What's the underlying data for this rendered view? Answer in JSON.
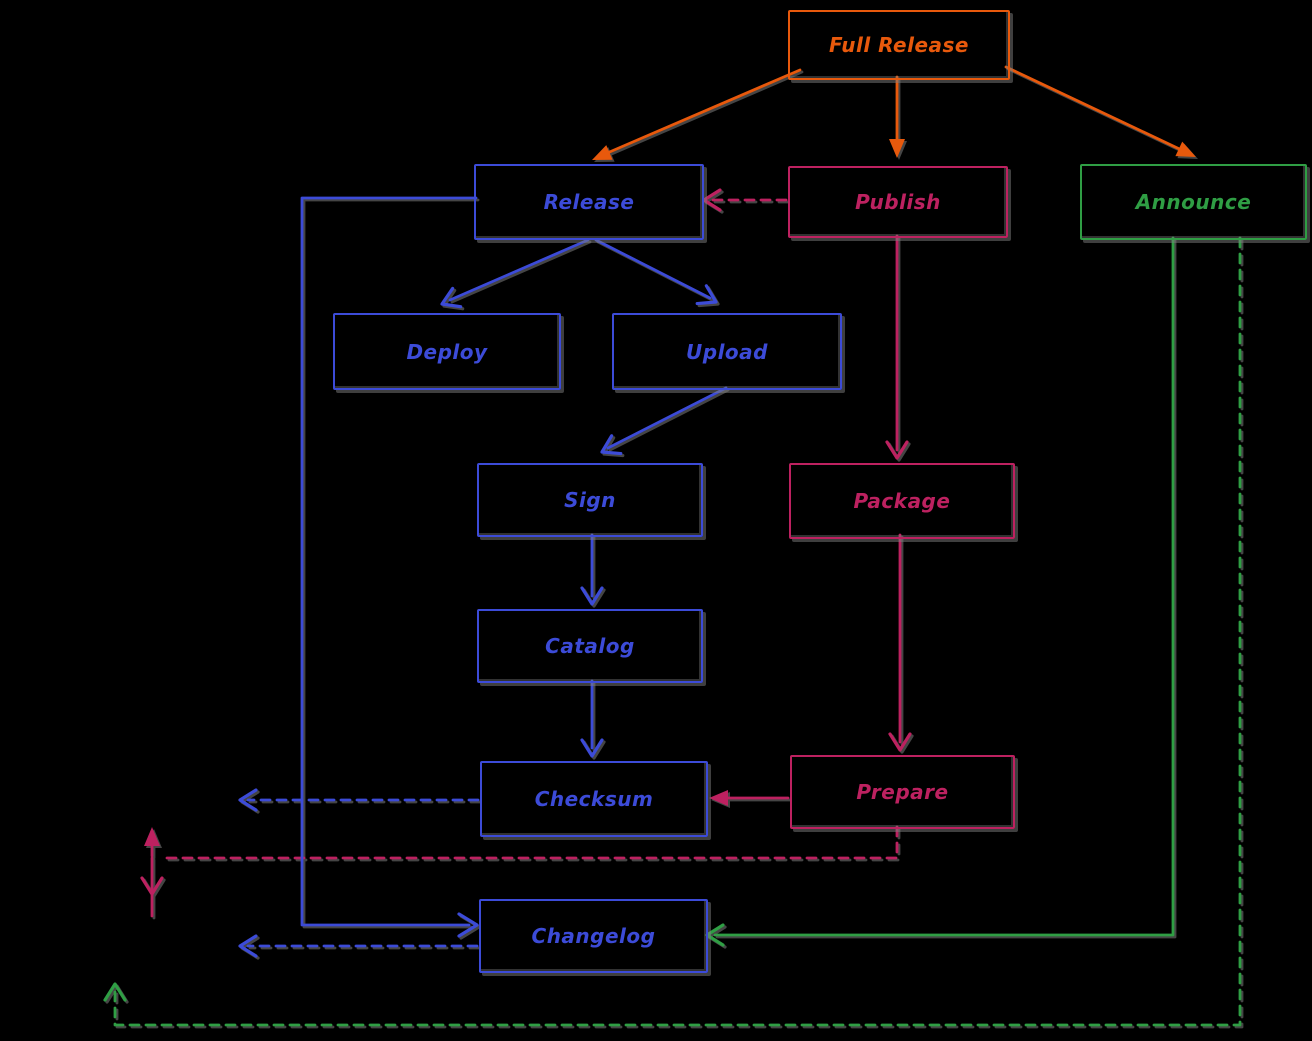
{
  "diagram": {
    "background_color": "#000000",
    "colors": {
      "orange": "#e8590c",
      "blue": "#3c4bd8",
      "pink": "#bd2160",
      "green": "#2f9e44",
      "shadow_gray": "#7d7d7d"
    },
    "nodes": [
      {
        "id": "full-release",
        "label": "Full Release",
        "color": "orange"
      },
      {
        "id": "release",
        "label": "Release",
        "color": "blue"
      },
      {
        "id": "publish",
        "label": "Publish",
        "color": "pink"
      },
      {
        "id": "announce",
        "label": "Announce",
        "color": "green"
      },
      {
        "id": "deploy",
        "label": "Deploy",
        "color": "blue"
      },
      {
        "id": "upload",
        "label": "Upload",
        "color": "blue"
      },
      {
        "id": "sign",
        "label": "Sign",
        "color": "blue"
      },
      {
        "id": "package",
        "label": "Package",
        "color": "pink"
      },
      {
        "id": "catalog",
        "label": "Catalog",
        "color": "blue"
      },
      {
        "id": "checksum",
        "label": "Checksum",
        "color": "blue"
      },
      {
        "id": "prepare",
        "label": "Prepare",
        "color": "pink"
      },
      {
        "id": "changelog",
        "label": "Changelog",
        "color": "blue"
      }
    ],
    "edges": [
      {
        "from": "full-release",
        "to": "release",
        "style": "solid",
        "color": "orange",
        "head": "triangle"
      },
      {
        "from": "full-release",
        "to": "publish",
        "style": "solid",
        "color": "orange",
        "head": "triangle"
      },
      {
        "from": "full-release",
        "to": "announce",
        "style": "solid",
        "color": "orange",
        "head": "triangle"
      },
      {
        "from": "publish",
        "to": "release",
        "style": "dashed",
        "color": "pink",
        "head": "chevron"
      },
      {
        "from": "release",
        "to": "deploy",
        "style": "solid",
        "color": "blue",
        "head": "chevron"
      },
      {
        "from": "release",
        "to": "upload",
        "style": "solid",
        "color": "blue",
        "head": "chevron"
      },
      {
        "from": "upload",
        "to": "sign",
        "style": "solid",
        "color": "blue",
        "head": "chevron"
      },
      {
        "from": "sign",
        "to": "catalog",
        "style": "solid",
        "color": "blue",
        "head": "chevron"
      },
      {
        "from": "catalog",
        "to": "checksum",
        "style": "solid",
        "color": "blue",
        "head": "chevron"
      },
      {
        "from": "publish",
        "to": "package",
        "style": "solid",
        "color": "pink",
        "head": "chevron"
      },
      {
        "from": "package",
        "to": "prepare",
        "style": "solid",
        "color": "pink",
        "head": "chevron"
      },
      {
        "from": "prepare",
        "to": "checksum",
        "style": "solid",
        "color": "pink",
        "head": "triangle"
      },
      {
        "from": "checksum",
        "to": "offscreen-left",
        "style": "dashed",
        "color": "blue",
        "head": "chevron"
      },
      {
        "from": "prepare",
        "to": "offscreen-left",
        "style": "dashed",
        "color": "pink",
        "head": "triangle-up-and-chevron-down"
      },
      {
        "from": "release",
        "to": "changelog",
        "style": "solid",
        "color": "blue",
        "head": "chevron"
      },
      {
        "from": "changelog",
        "to": "offscreen-left",
        "style": "dashed",
        "color": "blue",
        "head": "chevron"
      },
      {
        "from": "announce",
        "to": "changelog",
        "style": "solid",
        "color": "green",
        "head": "chevron"
      },
      {
        "from": "announce",
        "to": "offscreen-bottom-left",
        "style": "dashed",
        "color": "green",
        "head": "chevron"
      }
    ]
  }
}
